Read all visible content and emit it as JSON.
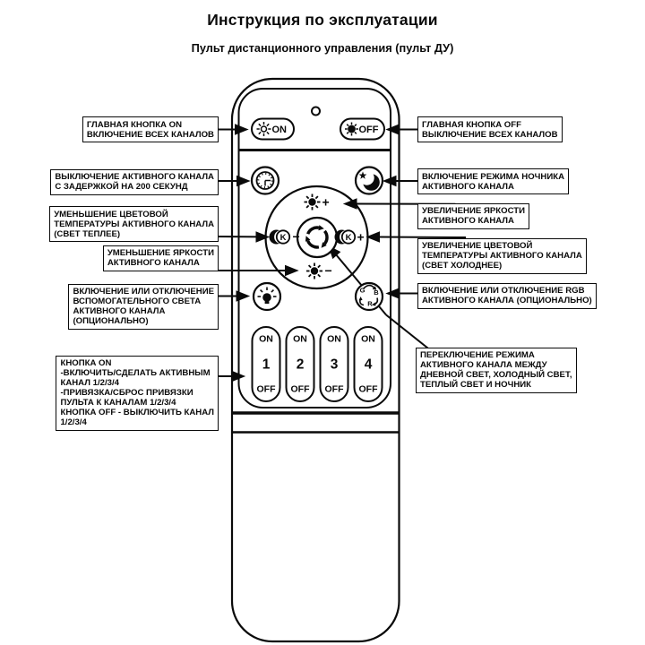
{
  "page": {
    "title": "Инструкция по эксплуатации",
    "subtitle": "Пульт дистанционного управления (пульт ДУ)"
  },
  "colors": {
    "ink": "#0a0a0a",
    "background": "#ffffff"
  },
  "remote": {
    "power_on_label": "ON",
    "power_off_label": "OFF",
    "plus": "+",
    "minus": "−",
    "temp_letter": "K",
    "rgb": {
      "g": "G",
      "b": "B",
      "r": "R"
    },
    "channels": [
      {
        "on": "ON",
        "num": "1",
        "off": "OFF"
      },
      {
        "on": "ON",
        "num": "2",
        "off": "OFF"
      },
      {
        "on": "ON",
        "num": "3",
        "off": "OFF"
      },
      {
        "on": "ON",
        "num": "4",
        "off": "OFF"
      }
    ],
    "icons": [
      "sun-outline-icon",
      "sun-filled-icon",
      "timer-icon",
      "night-mode-icon",
      "brightness-up-icon",
      "brightness-down-icon",
      "temp-warm-icon",
      "temp-cool-icon",
      "cycle-mode-icon",
      "aux-light-icon",
      "rgb-icon",
      "led-indicator"
    ]
  },
  "callouts": {
    "left": [
      {
        "text": "ГЛАВНАЯ КНОПКА ON\nВКЛЮЧЕНИЕ ВСЕХ КАНАЛОВ"
      },
      {
        "text": "ВЫКЛЮЧЕНИЕ АКТИВНОГО КАНАЛА\nС ЗАДЕРЖКОЙ НА 200 СЕКУНД"
      },
      {
        "text": "УМЕНЬШЕНИЕ ЦВЕТОВОЙ\nТЕМПЕРАТУРЫ АКТИВНОГО КАНАЛА\n(СВЕТ ТЕПЛЕЕ)"
      },
      {
        "text": "УМЕНЬШЕНИЕ ЯРКОСТИ\nАКТИВНОГО КАНАЛА"
      },
      {
        "text": "ВКЛЮЧЕНИЕ ИЛИ ОТКЛЮЧЕНИЕ\nВСПОМОГАТЕЛЬНОГО СВЕТА\nАКТИВНОГО КАНАЛА\n(ОПЦИОНАЛЬНО)"
      },
      {
        "text": "КНОПКА ON\n-ВКЛЮЧИТЬ/СДЕЛАТЬ АКТИВНЫМ\nКАНАЛ 1/2/3/4\n-ПРИВЯЗКА/СБРОС ПРИВЯЗКИ\nПУЛЬТА К КАНАЛАМ 1/2/3/4\nКНОПКА OFF - ВЫКЛЮЧИТЬ КАНАЛ\n1/2/3/4"
      }
    ],
    "right": [
      {
        "text": "ГЛАВНАЯ КНОПКА OFF\nВЫКЛЮЧЕНИЕ ВСЕХ КАНАЛОВ"
      },
      {
        "text": "ВКЛЮЧЕНИЕ РЕЖИМА НОЧНИКА\nАКТИВНОГО КАНАЛА"
      },
      {
        "text": "УВЕЛИЧЕНИЕ ЯРКОСТИ\nАКТИВНОГО КАНАЛА"
      },
      {
        "text": "УВЕЛИЧЕНИЕ ЦВЕТОВОЙ\nТЕМПЕРАТУРЫ АКТИВНОГО КАНАЛА\n(СВЕТ ХОЛОДНЕЕ)"
      },
      {
        "text": "ВКЛЮЧЕНИЕ ИЛИ ОТКЛЮЧЕНИЕ RGB\nАКТИВНОГО КАНАЛА (ОПЦИОНАЛЬНО)"
      },
      {
        "text": "ПЕРЕКЛЮЧЕНИЕ РЕЖИМА\nАКТИВНОГО КАНАЛА МЕЖДУ\nДНЕВНОЙ СВЕТ, ХОЛОДНЫЙ СВЕТ,\nТЕПЛЫЙ СВЕТ И НОЧНИК"
      }
    ]
  }
}
